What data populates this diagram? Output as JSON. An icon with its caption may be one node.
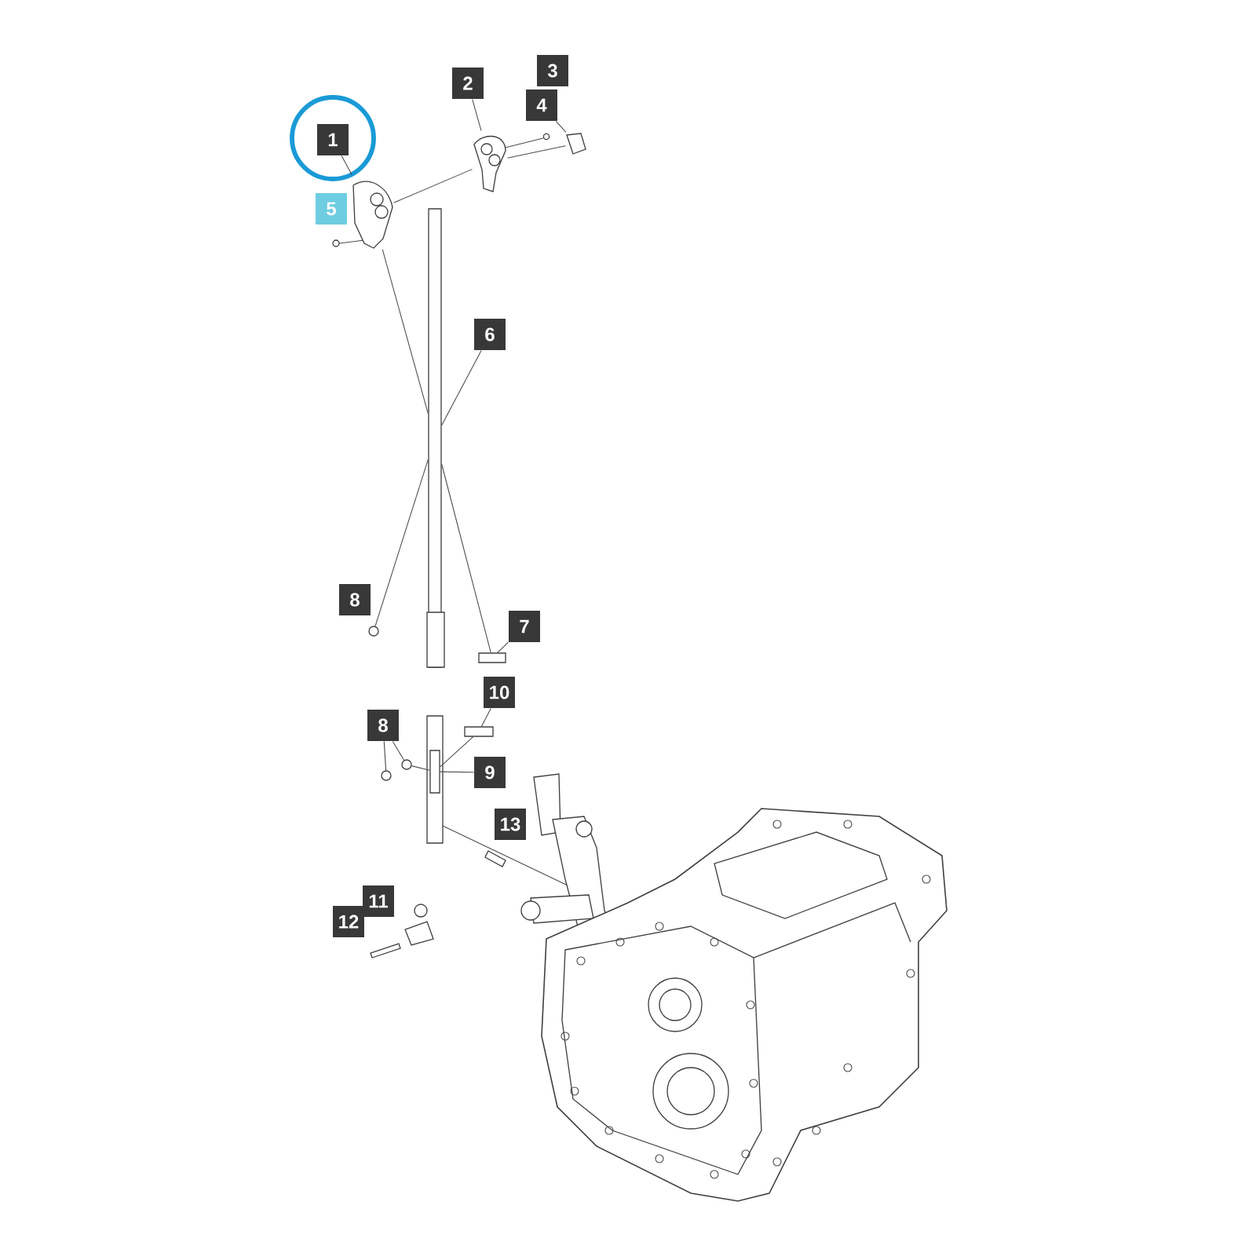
{
  "diagram": {
    "nodes": [
      {
        "text": [
          "1"
        ]
      },
      {
        "text": [
          "2"
        ]
      },
      {
        "text": [
          "3"
        ]
      },
      {
        "text": [
          "4"
        ]
      },
      {
        "text": [
          "5"
        ]
      },
      {
        "text": [
          "6"
        ]
      },
      {
        "text": [
          "8"
        ]
      },
      {
        "text": [
          "7"
        ]
      },
      {
        "text": [
          "10"
        ]
      },
      {
        "text": [
          "8"
        ]
      },
      {
        "text": [
          "9"
        ]
      },
      {
        "text": [
          "13"
        ]
      },
      {
        "text": [
          "11"
        ]
      },
      {
        "text": [
          "12"
        ]
      },
      {
        "text": [],
        "shape": "picture"
      },
      {
        "text": [],
        "shape": "picture"
      },
      {
        "text": [],
        "shape": "picture"
      },
      {
        "text": [],
        "shape": "box"
      },
      {
        "text": [],
        "shape": "box"
      },
      {
        "text": [],
        "shape": "box"
      },
      {
        "text": [],
        "shape": "circle"
      },
      {
        "text": [],
        "shape": "circle"
      },
      {
        "text": [],
        "shape": "box"
      },
      {
        "text": [],
        "shape": "circle"
      }
    ],
    "edges": [
      {
        "from": 0,
        "to": 14,
        "arrow": "none"
      },
      {
        "from": 1,
        "to": 15,
        "arrow": "none"
      },
      {
        "from": 3,
        "to": 16,
        "arrow": "none"
      },
      {
        "from": 5,
        "to": 17,
        "arrow": "none"
      },
      {
        "from": 7,
        "to": 18,
        "arrow": "none"
      },
      {
        "from": 8,
        "to": 19,
        "arrow": "none"
      },
      {
        "from": 9,
        "to": 20,
        "arrow": "none"
      },
      {
        "from": 9,
        "to": 21,
        "arrow": "none"
      },
      {
        "from": 10,
        "to": 22,
        "arrow": "none"
      },
      {
        "from": 14,
        "to": 15,
        "arrow": "none"
      },
      {
        "from": 15,
        "to": 16,
        "arrow": "none"
      },
      {
        "from": 14,
        "to": 17,
        "arrow": "none"
      },
      {
        "from": 23,
        "to": 17,
        "arrow": "none"
      },
      {
        "from": 17,
        "to": 18,
        "arrow": "none"
      },
      {
        "from": 22,
        "to": 19,
        "arrow": "none"
      },
      {
        "from": 20,
        "to": 22,
        "arrow": "none"
      }
    ]
  }
}
